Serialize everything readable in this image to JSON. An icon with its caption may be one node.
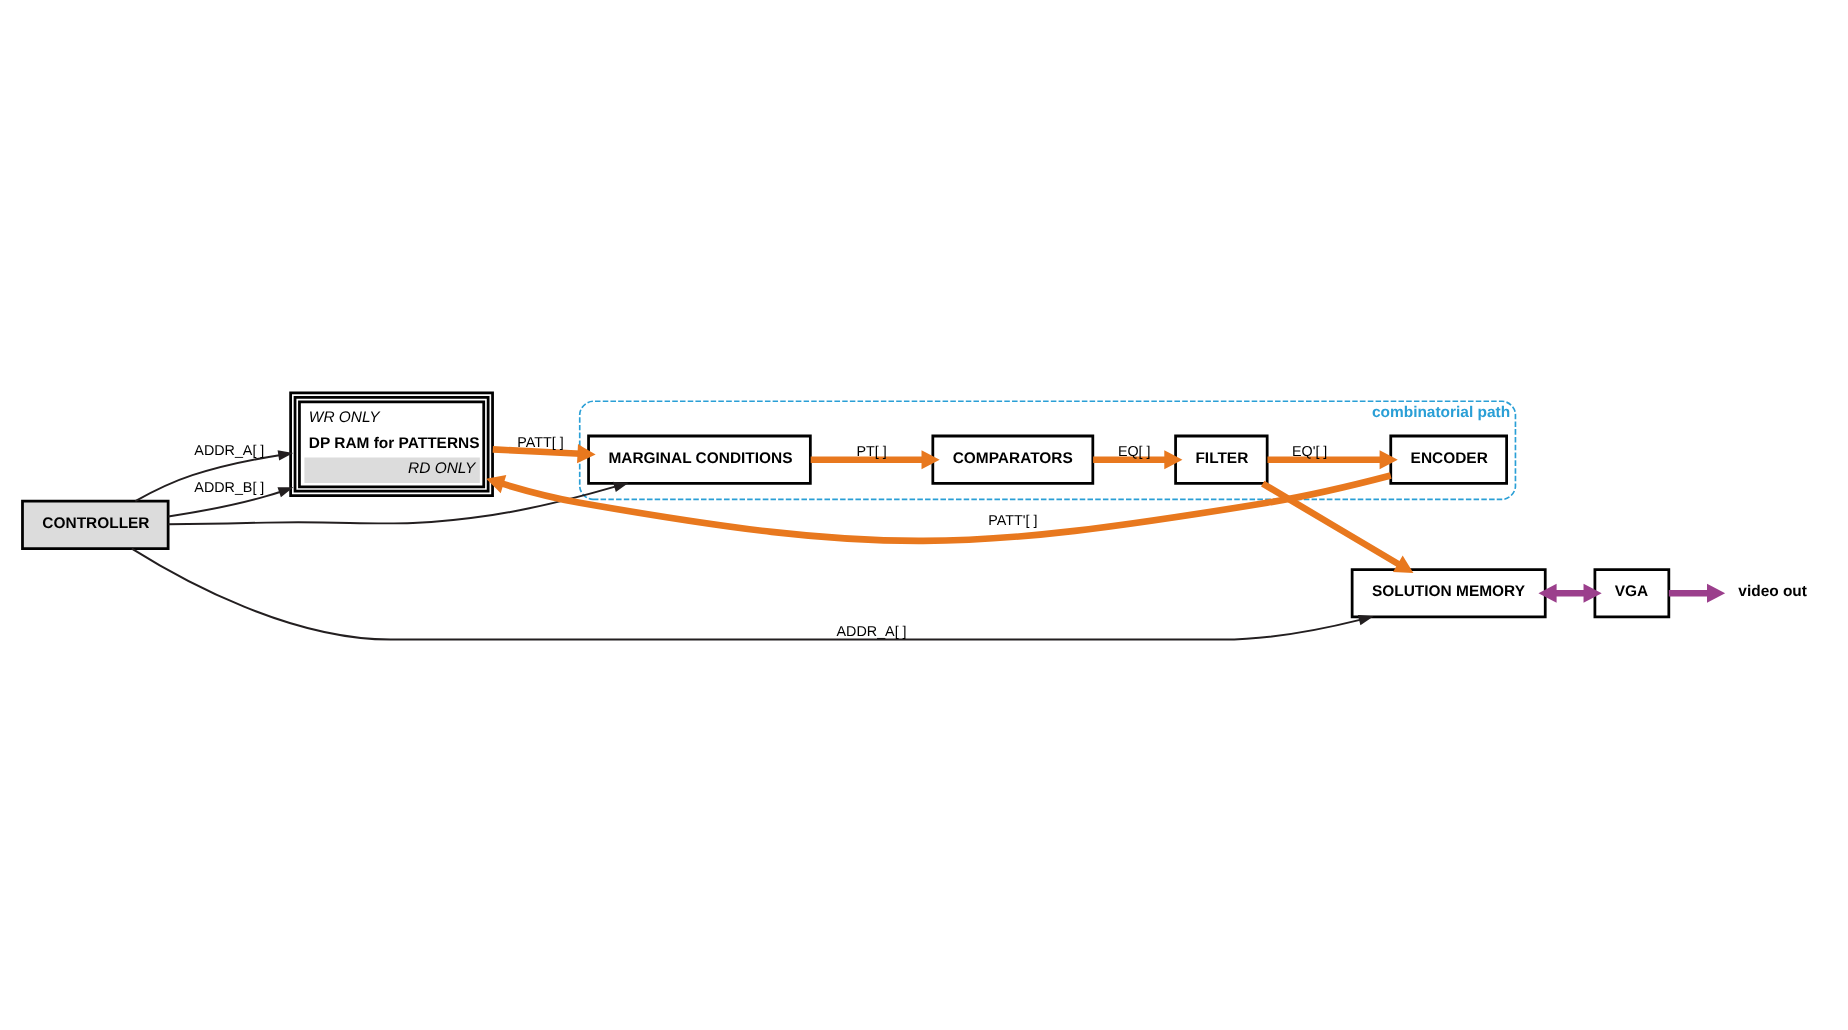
{
  "diagram": {
    "nodes": [
      {
        "text": [
          "CONTROLLER"
        ]
      },
      {
        "text": [
          "WR ONLY",
          "DP RAM for PATTERNS",
          "RD ONLY"
        ]
      },
      {
        "text": [
          "combinatorial path"
        ]
      },
      {
        "text": [
          "MARGINAL CONDITIONS"
        ],
        "in": 2
      },
      {
        "text": [
          "COMPARATORS"
        ],
        "in": 2
      },
      {
        "text": [
          "FILTER"
        ],
        "in": 2
      },
      {
        "text": [
          "ENCODER"
        ],
        "in": 2
      },
      {
        "text": [
          "SOLUTION MEMORY"
        ]
      },
      {
        "text": [
          "VGA"
        ]
      },
      {
        "text": [
          "video out"
        ]
      }
    ],
    "edges": [
      {
        "from": 0,
        "to": 1,
        "arrow": "to",
        "label": "ADDR_A[ ]",
        "color": "#231f20"
      },
      {
        "from": 0,
        "to": 1,
        "arrow": "to",
        "label": "ADDR_B[ ]",
        "color": "#231f20"
      },
      {
        "from": 0,
        "to": 3,
        "arrow": "to",
        "color": "#231f20"
      },
      {
        "from": 0,
        "to": 7,
        "arrow": "to",
        "label": "ADDR_A[ ]",
        "color": "#231f20"
      },
      {
        "from": 1,
        "to": 3,
        "arrow": "to",
        "label": "PATT[ ]",
        "color": "#e8781e"
      },
      {
        "from": 3,
        "to": 4,
        "arrow": "to",
        "label": "PT[ ]",
        "color": "#e8781e"
      },
      {
        "from": 4,
        "to": 5,
        "arrow": "to",
        "label": "EQ[ ]",
        "color": "#e8781e"
      },
      {
        "from": 5,
        "to": 6,
        "arrow": "to",
        "label": "EQ'[ ]",
        "color": "#e8781e"
      },
      {
        "from": 5,
        "to": 7,
        "arrow": "to",
        "color": "#e8781e"
      },
      {
        "from": 6,
        "to": 1,
        "arrow": "to",
        "label": "PATT'[ ]",
        "color": "#e8781e"
      },
      {
        "from": 7,
        "to": 8,
        "arrow": "both",
        "color": "#9b3f8c"
      },
      {
        "from": 8,
        "to": 9,
        "arrow": "to",
        "color": "#9b3f8c"
      }
    ]
  }
}
